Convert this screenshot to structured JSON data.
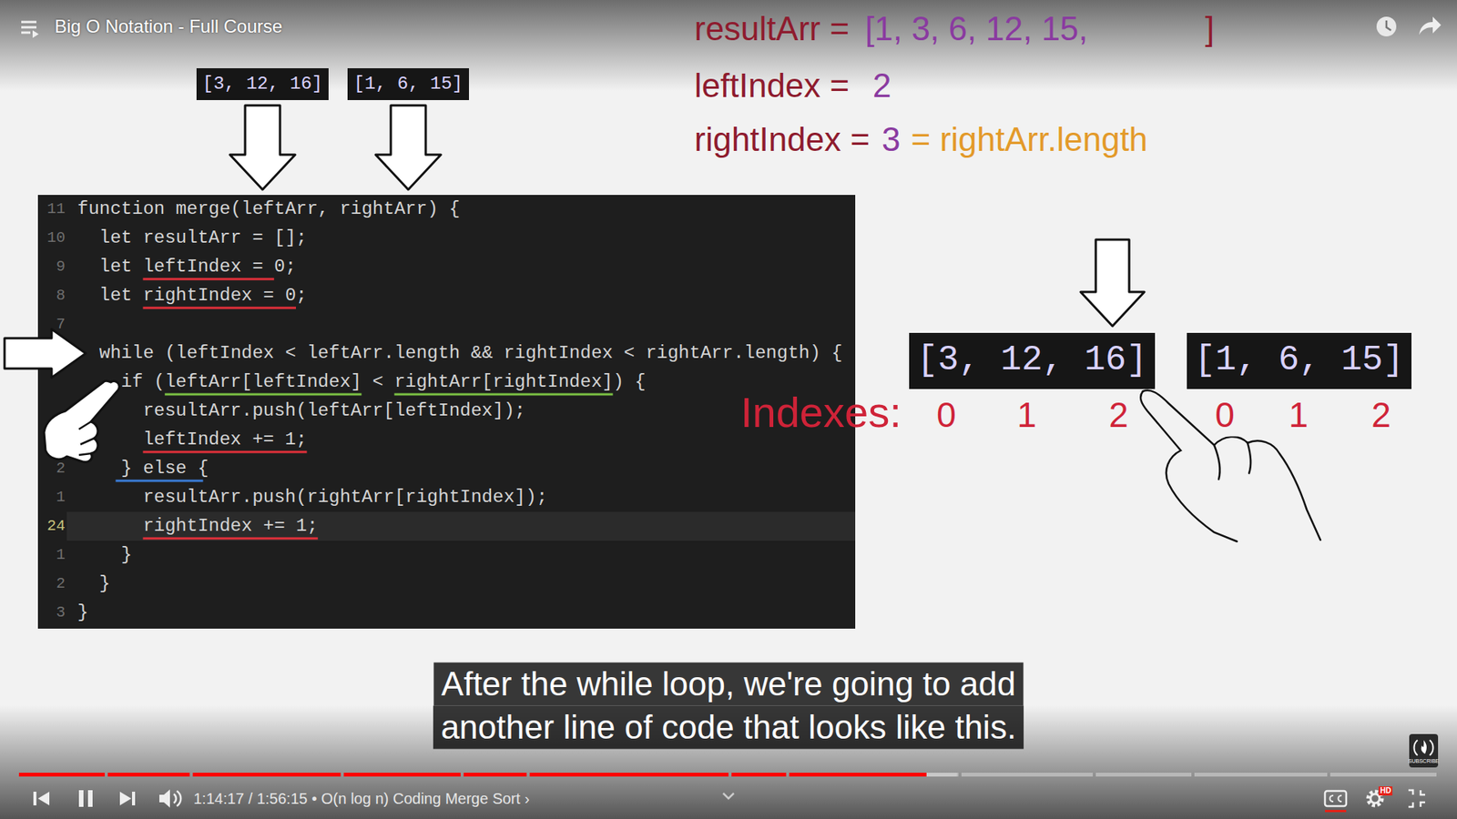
{
  "diagram": {
    "title": "Big O Notation - Full Course",
    "nodes": [
      {
        "text": [
          "[3, 12, 16]"
        ]
      },
      {
        "text": [
          "[1, 6, 15]"
        ]
      },
      {
        "text": [
          "function merge(leftArr, rightArr) {",
          "let resultArr = [];",
          "let leftIndex = 0;",
          "let rightIndex = 0;",
          "while (leftIndex < leftArr.length && rightIndex < rightArr.length) {",
          "if (leftArr[leftIndex] < rightArr[rightIndex]) {",
          "resultArr.push(leftArr[leftIndex]);",
          "leftIndex += 1;",
          "} else {",
          "resultArr.push(rightArr[rightIndex]);",
          "rightIndex += 1;",
          "}",
          "}",
          "}"
        ]
      },
      {
        "text": [
          "[3, 12, 16]"
        ]
      },
      {
        "text": [
          "[1, 6, 15]"
        ]
      }
    ],
    "edges": [
      {
        "from": 0,
        "to": 2,
        "arrow": "to"
      },
      {
        "from": 1,
        "to": 2,
        "arrow": "to"
      }
    ],
    "labels": [
      "resultArr =",
      "[1, 3, 6, 12, 15,",
      "]",
      "leftIndex =",
      "2",
      "rightIndex =",
      "3",
      "= rightArr.length",
      "11",
      "10",
      "9",
      "8",
      "7",
      "2",
      "1",
      "24",
      "1",
      "2",
      "3",
      "Indexes:",
      "0",
      "1",
      "2",
      "0",
      "1",
      "2",
      "After the while loop, we're going to add",
      "another line of code that looks like this.",
      "1:14:17 / 1:56:15 • O(n log n) Coding Merge Sort ›",
      "HD",
      "SUBSCRIBE"
    ]
  }
}
